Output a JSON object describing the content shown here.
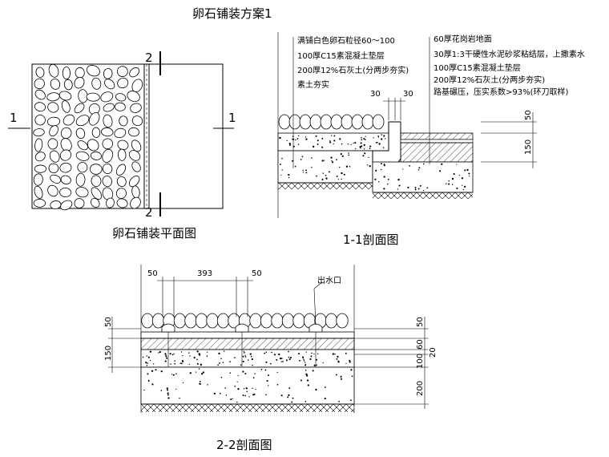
{
  "plan": {
    "title": "卵石铺装方案1",
    "caption": "卵石铺装平面图",
    "cut_1": "1",
    "cut_2": "2"
  },
  "section_1": {
    "caption": "1-1剖面图",
    "notes_left": [
      "满铺白色卵石粒径60～100",
      "100厚C15素混凝土垫层",
      "200厚12%石灰土(分两步夯实)",
      "素土夯实"
    ],
    "notes_right": [
      "60厚花岗岩地面",
      "30厚1:3干硬性水泥砂浆粘结层，上撒素水",
      "100厚C15素混凝土垫层",
      "200厚12%石灰土(分两步夯实)",
      "路基碾压，压实系数>93%(环刀取样)"
    ],
    "dim_30a": "30",
    "dim_30b": "30",
    "dim_50": "50",
    "dim_150": "150"
  },
  "section_2": {
    "caption": "2-2剖面图",
    "outlet_label": "出水口",
    "dim_50_left": "50",
    "dim_393": "393",
    "dim_50_right": "50",
    "dim_left_50": "50",
    "dim_left_150": "150",
    "dim_right_50": "50",
    "dim_right_60": "60",
    "dim_right_20": "20",
    "dim_right_100": "100",
    "dim_right_200": "200"
  },
  "colors": {
    "line": "#000000",
    "background": "#ffffff"
  }
}
